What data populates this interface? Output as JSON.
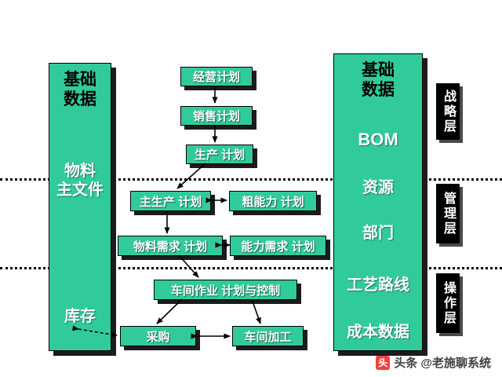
{
  "colors": {
    "box_green": "#31CB9B",
    "layer_black": "#000000",
    "logo_red": "#F04142"
  },
  "left_panel": {
    "title": "基础\n数据",
    "material_master": "物料\n主文件",
    "inventory": "库存"
  },
  "right_panel": {
    "title": "基础\n数据",
    "items": [
      "BOM",
      "资源",
      "部门",
      "工艺路线",
      "成本数据"
    ]
  },
  "flow": {
    "business_plan": "经营计划",
    "sales_plan": "销售计划",
    "production_plan": "生产 计划",
    "master_production_schedule": "主生产 计划",
    "rough_cut_capacity": "粗能力 计划",
    "material_requirements": "物料需求 计划",
    "capacity_requirements": "能力需求 计划",
    "shop_floor_control": "车间作业 计划与控制",
    "purchasing": "采购",
    "shop_processing": "车间加工"
  },
  "layers": {
    "strategy": "战略层",
    "management": "管理层",
    "operation": "操作层"
  },
  "watermark": {
    "logo_glyph": "头",
    "text": "头条 @老施聊系统"
  }
}
